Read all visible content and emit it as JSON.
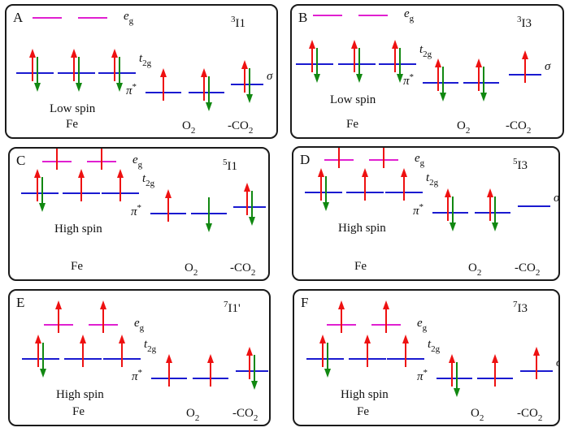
{
  "colors": {
    "eg_level": "#e020d0",
    "t2g_level": "#1a1ad0",
    "spin_up": "#ee1111",
    "spin_down": "#118811",
    "border": "#1a1a1a"
  },
  "labels": {
    "eg": "e",
    "eg_sub": "g",
    "t2g": "t",
    "t2g_sub": "2g",
    "pi": "π",
    "pi_sup": "*",
    "sigma": "σ",
    "fe": "Fe",
    "o2": "O",
    "o2_sub": "2",
    "co2": "-CO",
    "co2_sub": "2"
  },
  "panels": [
    {
      "id": "A",
      "letter": "A",
      "state_sup": "3",
      "state": "I1",
      "spin_text": "Low spin",
      "eg": [
        0,
        0
      ],
      "t2g": [
        "ud",
        "ud",
        "ud"
      ],
      "pi": [
        "u",
        "ud"
      ],
      "sigma": "ud"
    },
    {
      "id": "B",
      "letter": "B",
      "state_sup": "3",
      "state": "I3",
      "spin_text": "Low spin",
      "eg": [
        0,
        0
      ],
      "t2g": [
        "ud",
        "ud",
        "ud"
      ],
      "pi": [
        "ud",
        "ud"
      ],
      "sigma": "u"
    },
    {
      "id": "C",
      "letter": "C",
      "state_sup": "5",
      "state": "I1",
      "spin_text": "High spin",
      "eg": [
        "u",
        "u"
      ],
      "t2g": [
        "ud",
        "u",
        "u"
      ],
      "pi": [
        "u",
        "d"
      ],
      "sigma": "ud"
    },
    {
      "id": "D",
      "letter": "D",
      "state_sup": "5",
      "state": "I3",
      "spin_text": "High spin",
      "eg": [
        "u",
        "u"
      ],
      "t2g": [
        "ud",
        "u",
        "u"
      ],
      "pi": [
        "ud",
        "ud"
      ],
      "sigma": 0
    },
    {
      "id": "E",
      "letter": "E",
      "state_sup": "7",
      "state": "I1'",
      "spin_text": "High spin",
      "eg": [
        "u",
        "u"
      ],
      "t2g": [
        "ud",
        "u",
        "u"
      ],
      "pi": [
        "u",
        "u"
      ],
      "sigma": "ud"
    },
    {
      "id": "F",
      "letter": "F",
      "state_sup": "7",
      "state": "I3",
      "spin_text": "High spin",
      "eg": [
        "u",
        "u"
      ],
      "t2g": [
        "ud",
        "u",
        "u"
      ],
      "pi": [
        "ud",
        "u"
      ],
      "sigma": "u"
    }
  ]
}
